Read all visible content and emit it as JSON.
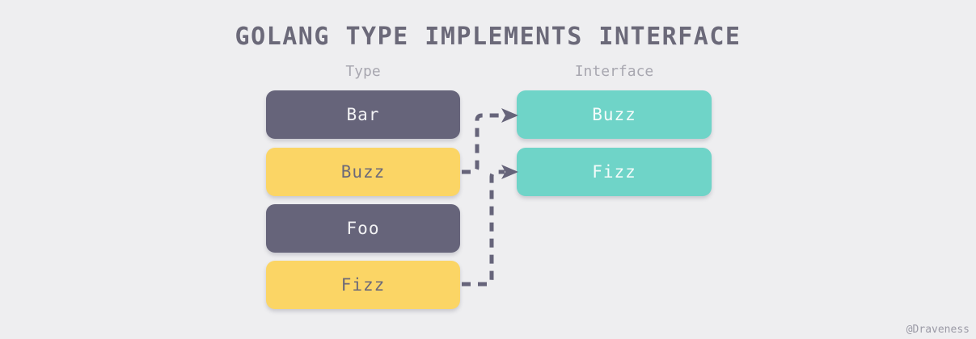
{
  "diagram": {
    "title": "GOLANG TYPE IMPLEMENTS INTERFACE",
    "watermark": "@Draveness",
    "background_color": "#eeeef0",
    "columns": [
      {
        "id": "type",
        "header": "Type"
      },
      {
        "id": "interface",
        "header": "Interface"
      }
    ],
    "type_nodes": [
      {
        "label": "Bar",
        "color": "#66647a",
        "text_color": "#f2f2f4"
      },
      {
        "label": "Buzz",
        "color": "#fbd565",
        "text_color": "#6b6979"
      },
      {
        "label": "Foo",
        "color": "#66647a",
        "text_color": "#f2f2f4"
      },
      {
        "label": "Fizz",
        "color": "#fbd565",
        "text_color": "#6b6979"
      }
    ],
    "interface_nodes": [
      {
        "label": "Buzz",
        "color": "#6fd4c8",
        "text_color": "#f4fbfa"
      },
      {
        "label": "Fizz",
        "color": "#6fd4c8",
        "text_color": "#f4fbfa"
      }
    ],
    "edges": [
      {
        "from": "Buzz",
        "to": "Buzz",
        "style": "dashed",
        "color": "#66647a"
      },
      {
        "from": "Fizz",
        "to": "Fizz",
        "style": "dashed",
        "color": "#66647a"
      }
    ]
  }
}
